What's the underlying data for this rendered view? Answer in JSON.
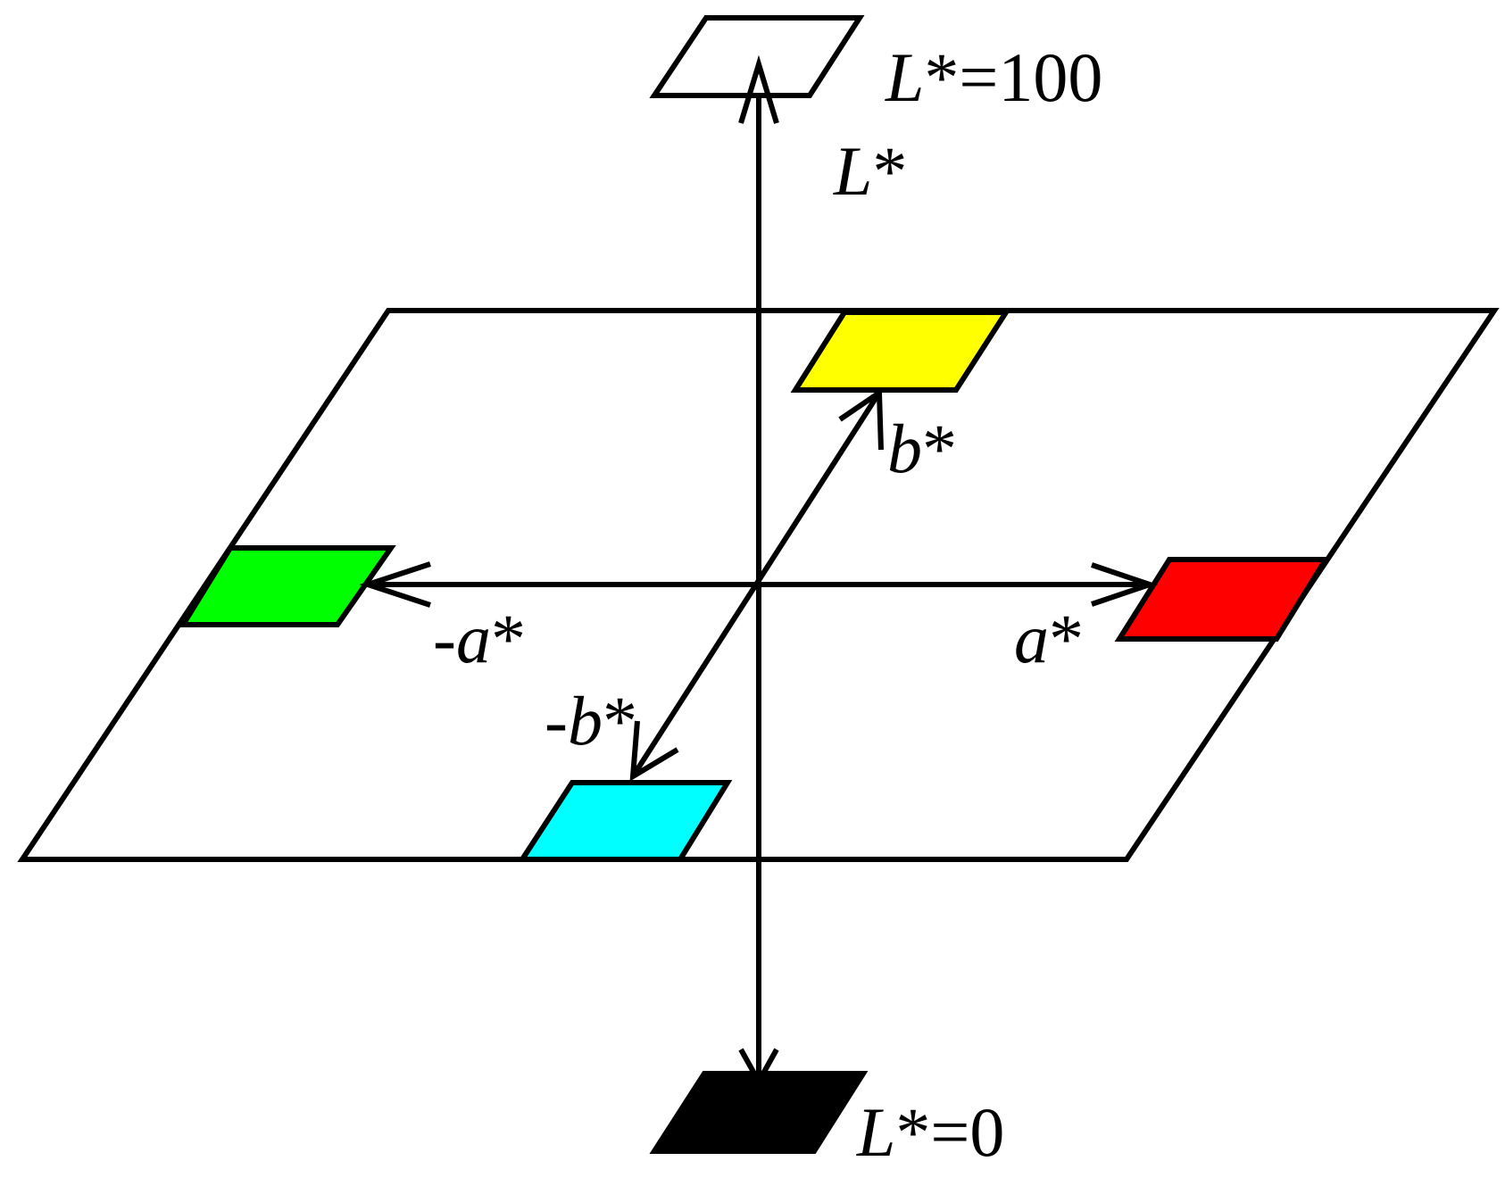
{
  "labels": {
    "l_max_var": "L",
    "l_max_rest": "*=100",
    "l_axis_var": "L",
    "l_axis_rest": "*",
    "b_pos_var": "b",
    "b_pos_rest": "*",
    "a_neg_sign": "-",
    "a_neg_var": "a",
    "a_neg_rest": "*",
    "a_pos_var": "a",
    "a_pos_rest": "*",
    "b_neg_sign": "-",
    "b_neg_var": "b",
    "b_neg_rest": "*",
    "l_min_var": "L",
    "l_min_rest": "*=0"
  },
  "colors": {
    "white_patch": "#ffffff",
    "yellow_patch": "#ffff00",
    "green_patch": "#00ff00",
    "red_patch": "#ff0000",
    "cyan_patch": "#00ffff",
    "black_patch": "#000000",
    "lines": "#000000",
    "background": "#ffffff"
  }
}
